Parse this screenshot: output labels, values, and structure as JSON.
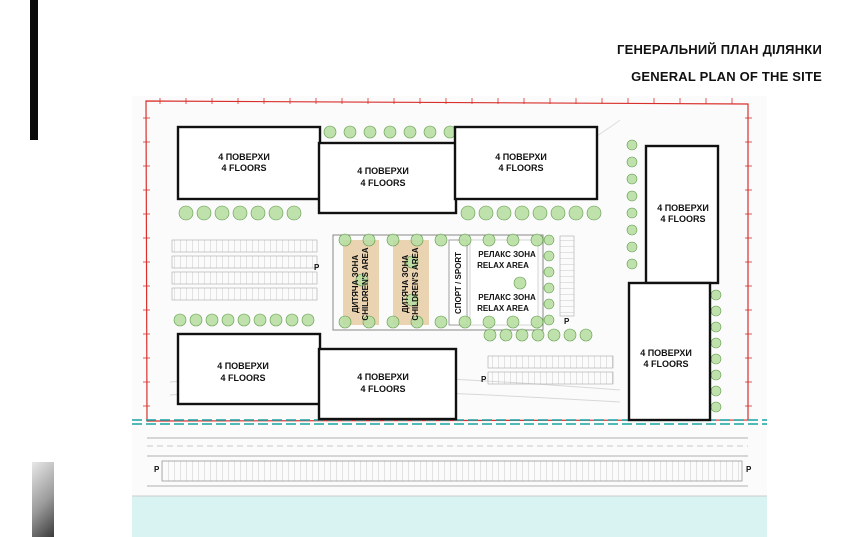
{
  "header": {
    "title_ua": "ГЕНЕРАЛЬНИЙ ПЛАН ДІЛЯНКИ",
    "title_en": "GENERAL PLAN OF THE SITE"
  },
  "buildings": {
    "b1": {
      "ua": "4 ПОВЕРХИ",
      "en": "4 FLOORS"
    },
    "b2": {
      "ua": "4 ПОВЕРХИ",
      "en": "4 FLOORS"
    },
    "b3": {
      "ua": "4 ПОВЕРХИ",
      "en": "4 FLOORS"
    },
    "b4": {
      "ua": "4 ПОВЕРХИ",
      "en": "4 FLOORS"
    },
    "b5": {
      "ua": "4 ПОВЕРХИ",
      "en": "4 FLOORS"
    },
    "b6": {
      "ua": "4 ПОВЕРХИ",
      "en": "4 FLOORS"
    },
    "b7": {
      "ua": "4 ПОВЕРХИ",
      "en": "4 FLOORS"
    }
  },
  "zones": {
    "children1": {
      "ua": "ДИТЯЧА ЗОНА",
      "en": "CHILDREN'S AREA"
    },
    "children2": {
      "ua": "ДИТЯЧА ЗОНА",
      "en": "CHILDREN'S AREA"
    },
    "sport": "СПОРТ / SPORT",
    "relax1": {
      "ua": "РЕЛАКС ЗОНА",
      "en": "RELAX AREA"
    },
    "relax2": {
      "ua": "РЕЛАКС ЗОНА",
      "en": "RELAX AREA"
    }
  },
  "parking_label": "P",
  "colors": {
    "boundary": "#d9302c",
    "building_stroke": "#111111",
    "tree_fill": "#b9dfa3",
    "tree_stroke": "#4f8f3a",
    "children_zone": "#e9d3b0",
    "water": "#d9f3f3",
    "canal": "#1aa3a3"
  }
}
